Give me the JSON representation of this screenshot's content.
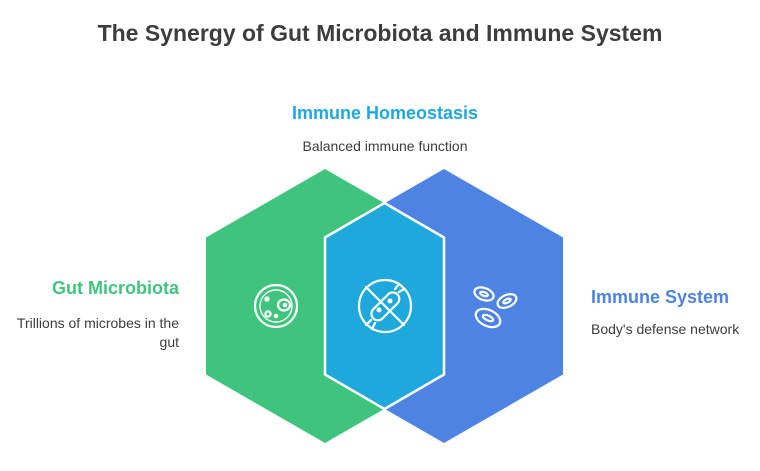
{
  "title": "The Synergy of Gut Microbiota and Immune System",
  "colors": {
    "gut": "#3fc47e",
    "immune": "#4d84e4",
    "homeostasis": "#1fa8dc",
    "title": "#3d3d3d"
  },
  "nodes": {
    "homeostasis": {
      "heading": "Immune Homeostasis",
      "description": "Balanced immune function",
      "icon": "bacterium-cross-icon"
    },
    "gut": {
      "heading": "Gut Microbiota",
      "description": "Trillions of microbes in the gut",
      "icon": "petri-dish-icon"
    },
    "immune": {
      "heading": "Immune System",
      "description": "Body's defense network",
      "icon": "blood-cells-icon"
    }
  }
}
